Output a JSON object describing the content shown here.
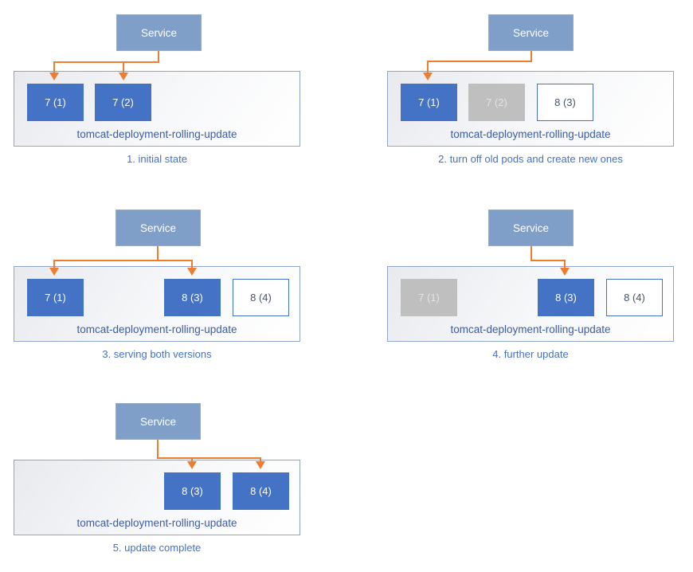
{
  "diagram": {
    "service_label": "Service",
    "deployment_label": "tomcat-deployment-rolling-update",
    "colors": {
      "pod_active": "#4472C4",
      "pod_inactive": "#BFBFBF",
      "pod_pending_bg": "#FFFFFF",
      "pod_pending_text": "#44546A",
      "service_fill": "#7F9FC9",
      "arrow": "#ED7D31",
      "caption_text": "#4472C4",
      "deployment_text": "#3B5BA8",
      "container_border": "#8FA5CD"
    },
    "panels": [
      {
        "caption": "1. initial state",
        "pods": [
          {
            "label": "7 (1)",
            "state": "active"
          },
          {
            "label": "7 (2)",
            "state": "active"
          }
        ]
      },
      {
        "caption": "2. turn off old pods and create new ones",
        "pods": [
          {
            "label": "7 (1)",
            "state": "active"
          },
          {
            "label": "7 (2)",
            "state": "inactive"
          },
          {
            "label": "8 (3)",
            "state": "pending"
          }
        ]
      },
      {
        "caption": "3. serving both versions",
        "pods": [
          {
            "label": "7 (1)",
            "state": "active"
          },
          {
            "label": "8 (3)",
            "state": "active"
          },
          {
            "label": "8 (4)",
            "state": "pending"
          }
        ]
      },
      {
        "caption": "4. further update",
        "pods": [
          {
            "label": "7 (1)",
            "state": "inactive"
          },
          {
            "label": "8 (3)",
            "state": "active"
          },
          {
            "label": "8 (4)",
            "state": "pending"
          }
        ]
      },
      {
        "caption": "5. update complete",
        "pods": [
          {
            "label": "8 (3)",
            "state": "active"
          },
          {
            "label": "8 (4)",
            "state": "active"
          }
        ]
      }
    ]
  }
}
